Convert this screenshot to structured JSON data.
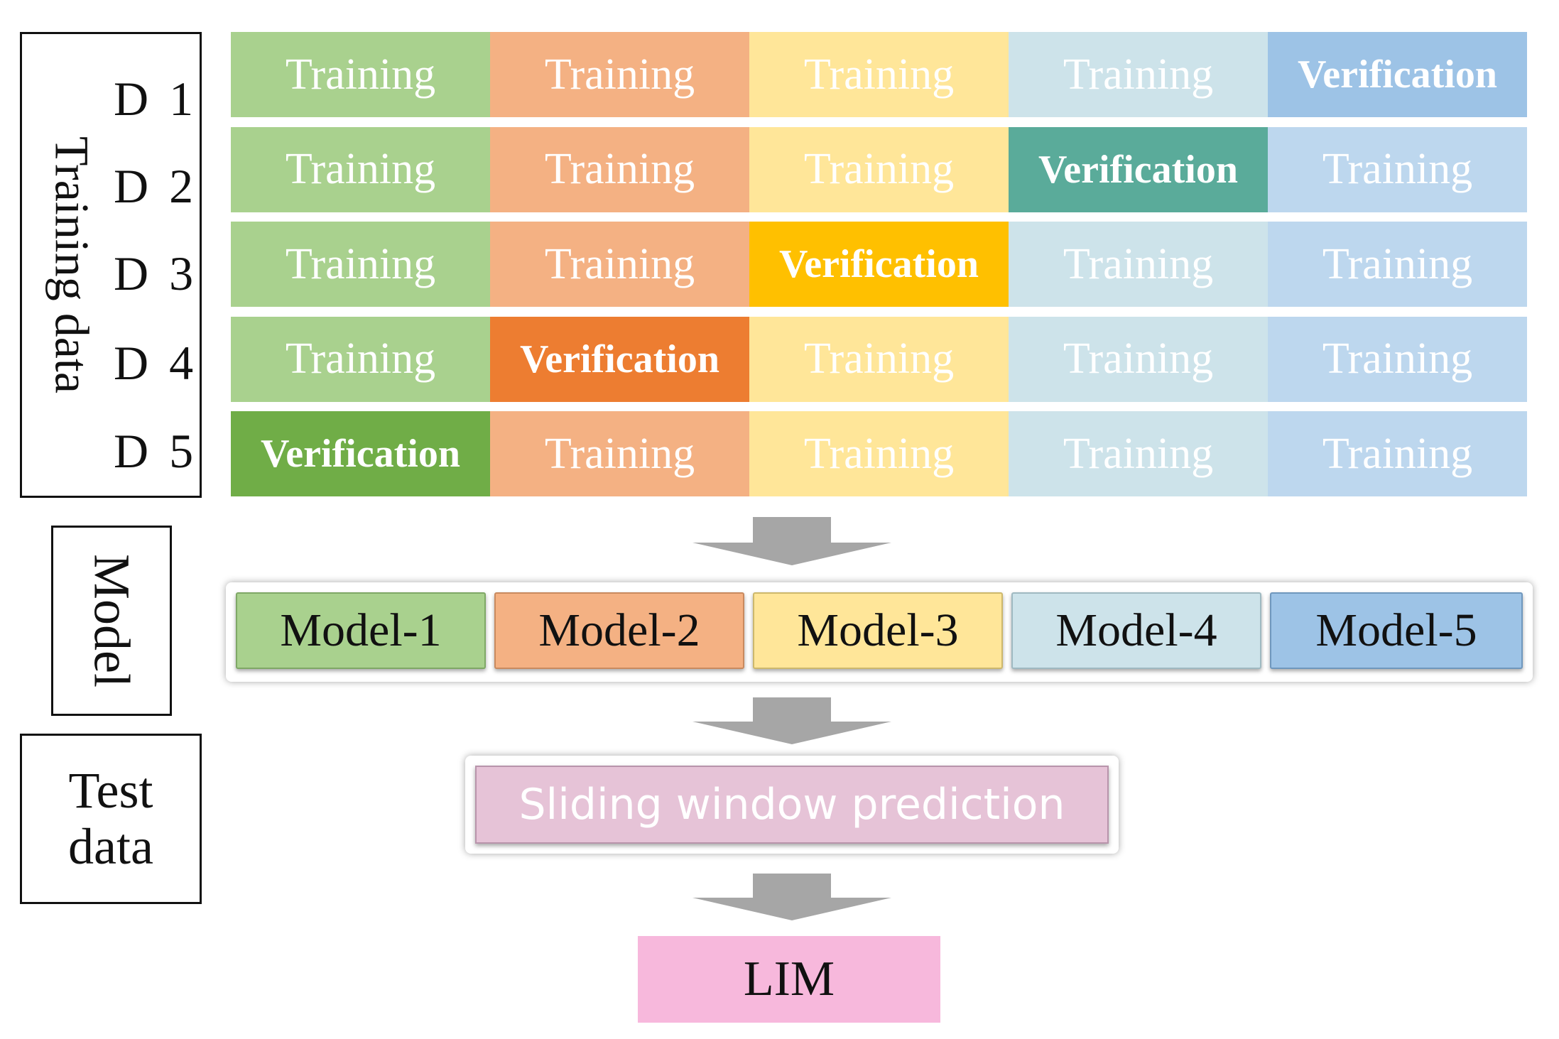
{
  "side_labels": {
    "training_data": "Training data",
    "model": "Model",
    "test_data_line1": "Test",
    "test_data_line2": "data"
  },
  "folds": [
    {
      "label": "D 1",
      "cells": [
        "Training",
        "Training",
        "Training",
        "Training",
        "Verification"
      ]
    },
    {
      "label": "D 2",
      "cells": [
        "Training",
        "Training",
        "Training",
        "Verification",
        "Training"
      ]
    },
    {
      "label": "D 3",
      "cells": [
        "Training",
        "Training",
        "Verification",
        "Training",
        "Training"
      ]
    },
    {
      "label": "D 4",
      "cells": [
        "Training",
        "Verification",
        "Training",
        "Training",
        "Training"
      ]
    },
    {
      "label": "D 5",
      "cells": [
        "Verification",
        "Training",
        "Training",
        "Training",
        "Training"
      ]
    }
  ],
  "column_colors": {
    "training": [
      "#a9d18e",
      "#f4b183",
      "#ffe699",
      "#cde3ea",
      "#bdd7ee"
    ],
    "verification": [
      "#70ad47",
      "#ed7d31",
      "#ffc000",
      "#5aab9a",
      "#9dc3e6"
    ]
  },
  "models": [
    "Model-1",
    "Model-2",
    "Model-3",
    "Model-4",
    "Model-5"
  ],
  "model_colors": [
    "#a9d18e",
    "#f4b183",
    "#ffe699",
    "#cde3ea",
    "#9dc3e6"
  ],
  "prediction": "Sliding window prediction",
  "output": "LIM",
  "arrow_color": "#a6a6a6"
}
